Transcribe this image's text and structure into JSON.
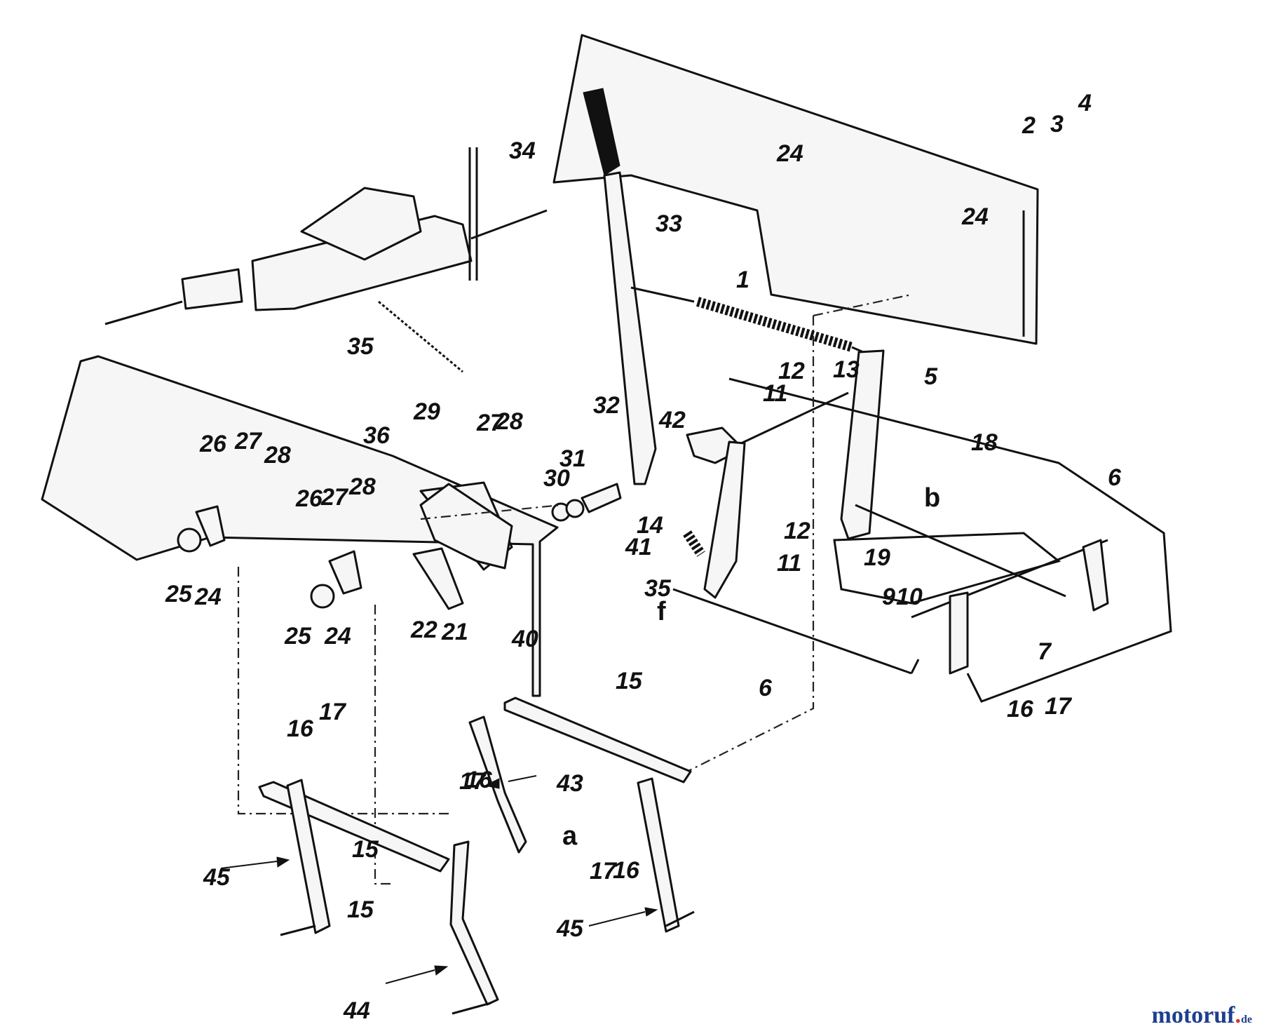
{
  "callouts": [
    "1",
    "2",
    "3",
    "4",
    "5",
    "6",
    "6",
    "7",
    "9",
    "10",
    "11",
    "11",
    "12",
    "12",
    "13",
    "14",
    "15",
    "15",
    "15",
    "16",
    "16",
    "16",
    "16",
    "17",
    "17",
    "17",
    "17",
    "18",
    "19",
    "21",
    "22",
    "24",
    "24",
    "24",
    "24",
    "25",
    "25",
    "26",
    "26",
    "27",
    "27",
    "27",
    "28",
    "28",
    "28",
    "29",
    "30",
    "31",
    "32",
    "33",
    "34",
    "35",
    "35",
    "36",
    "40",
    "41",
    "42",
    "43",
    "44",
    "45",
    "45",
    "a",
    "b",
    "f"
  ],
  "brand": {
    "name": "motoruf",
    "dot": ".",
    "tld": "de"
  }
}
